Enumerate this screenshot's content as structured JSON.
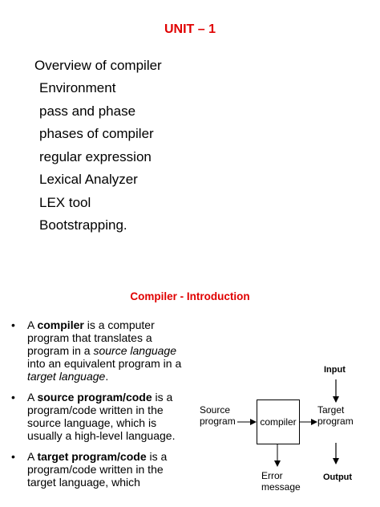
{
  "unit_title": "UNIT – 1",
  "topics": [
    "Overview of compiler",
    "Environment",
    "pass and phase",
    "phases of compiler",
    "regular expression",
    "Lexical Analyzer",
    "LEX tool",
    "Bootstrapping."
  ],
  "section_title": "Compiler - Introduction",
  "bullet_marker": "•",
  "bullets": [
    {
      "p1": "A ",
      "b1": "compiler",
      "p2": " is a computer program that translates a program in a ",
      "i1": "source language",
      "p3": " into an equivalent program in a ",
      "i2": "target language",
      "p4": "."
    },
    {
      "p1": "A ",
      "b1": "source program/code",
      "p2": " is a program/code written in the source language, which is usually a high-level language."
    },
    {
      "p1": "A ",
      "b1": "target program/code",
      "p2": " is a program/code written in the target language, which"
    }
  ],
  "diagram": {
    "source_label_1": "Source",
    "source_label_2": "program",
    "compiler_label": "compiler",
    "target_label_1": "Target",
    "target_label_2": "program",
    "error_label_1": "Error",
    "error_label_2": "message",
    "input_label": "Input",
    "output_label": "Output"
  }
}
